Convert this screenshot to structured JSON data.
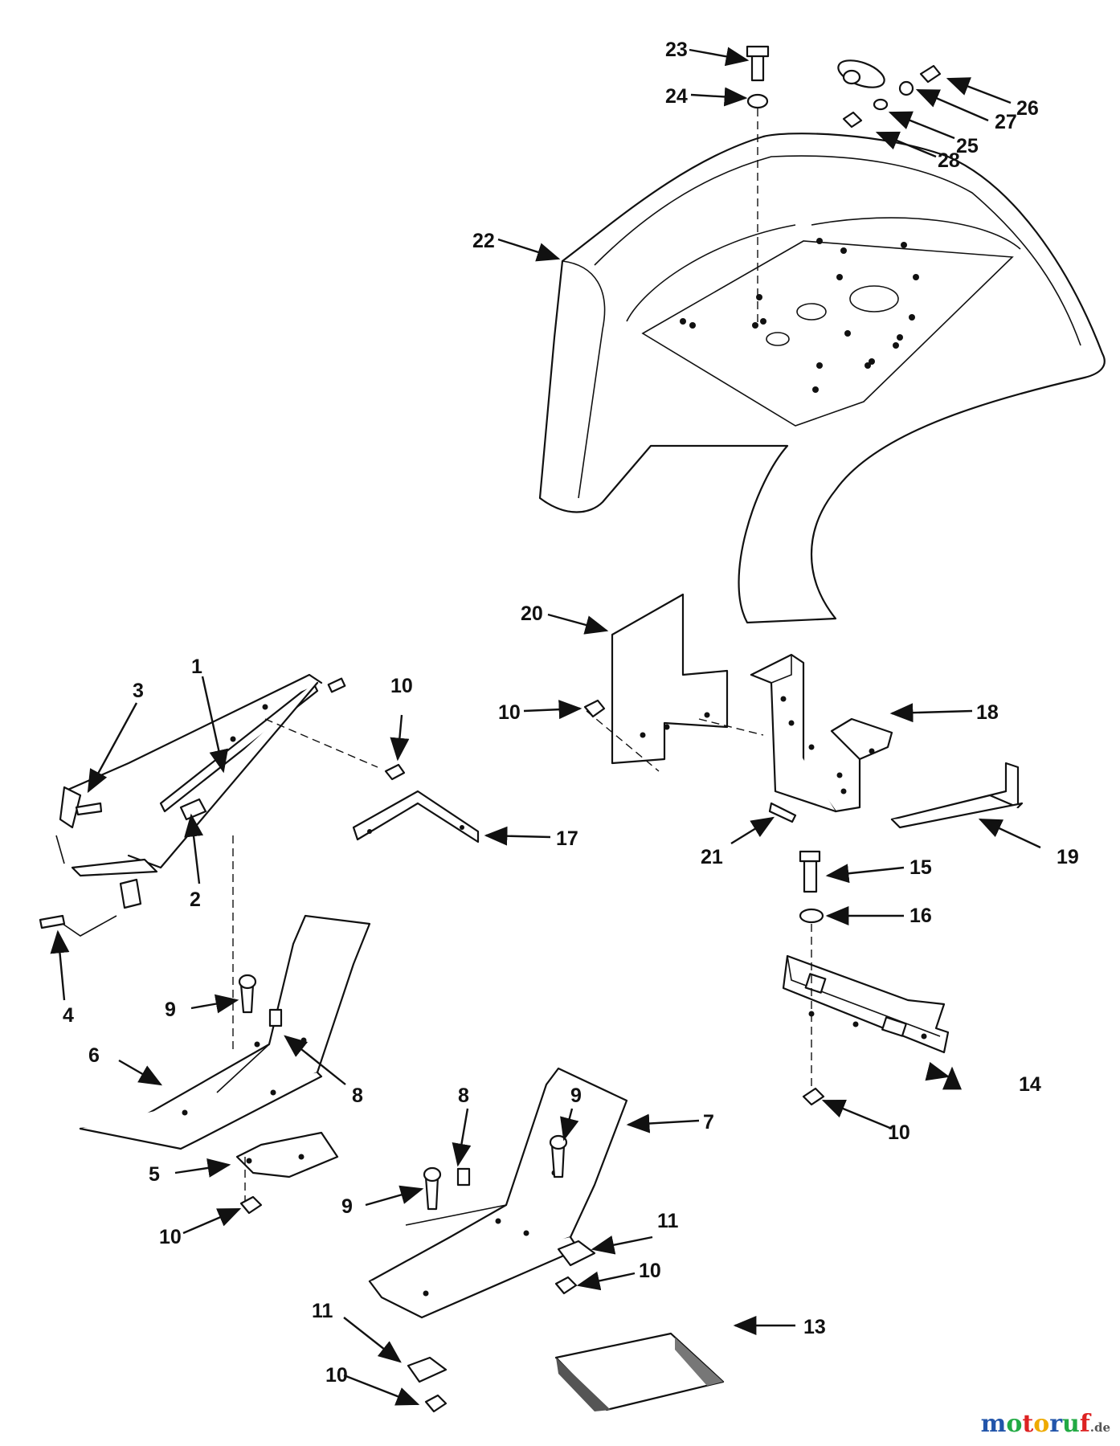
{
  "callouts": [
    {
      "n": "1"
    },
    {
      "n": "2"
    },
    {
      "n": "3"
    },
    {
      "n": "4"
    },
    {
      "n": "5"
    },
    {
      "n": "6"
    },
    {
      "n": "7"
    },
    {
      "n": "8"
    },
    {
      "n": "8"
    },
    {
      "n": "9"
    },
    {
      "n": "9"
    },
    {
      "n": "9"
    },
    {
      "n": "10"
    },
    {
      "n": "10"
    },
    {
      "n": "10"
    },
    {
      "n": "10"
    },
    {
      "n": "10"
    },
    {
      "n": "10"
    },
    {
      "n": "11"
    },
    {
      "n": "11"
    },
    {
      "n": "13"
    },
    {
      "n": "14"
    },
    {
      "n": "15"
    },
    {
      "n": "16"
    },
    {
      "n": "17"
    },
    {
      "n": "18"
    },
    {
      "n": "19"
    },
    {
      "n": "20"
    },
    {
      "n": "21"
    },
    {
      "n": "22"
    },
    {
      "n": "23"
    },
    {
      "n": "24"
    },
    {
      "n": "25"
    },
    {
      "n": "26"
    },
    {
      "n": "27"
    },
    {
      "n": "28"
    }
  ],
  "watermark": {
    "brand": "motoruf",
    "tld": ".de",
    "colors": [
      "#2255aa",
      "#22aa44",
      "#dd2222",
      "#eeaa00"
    ]
  }
}
